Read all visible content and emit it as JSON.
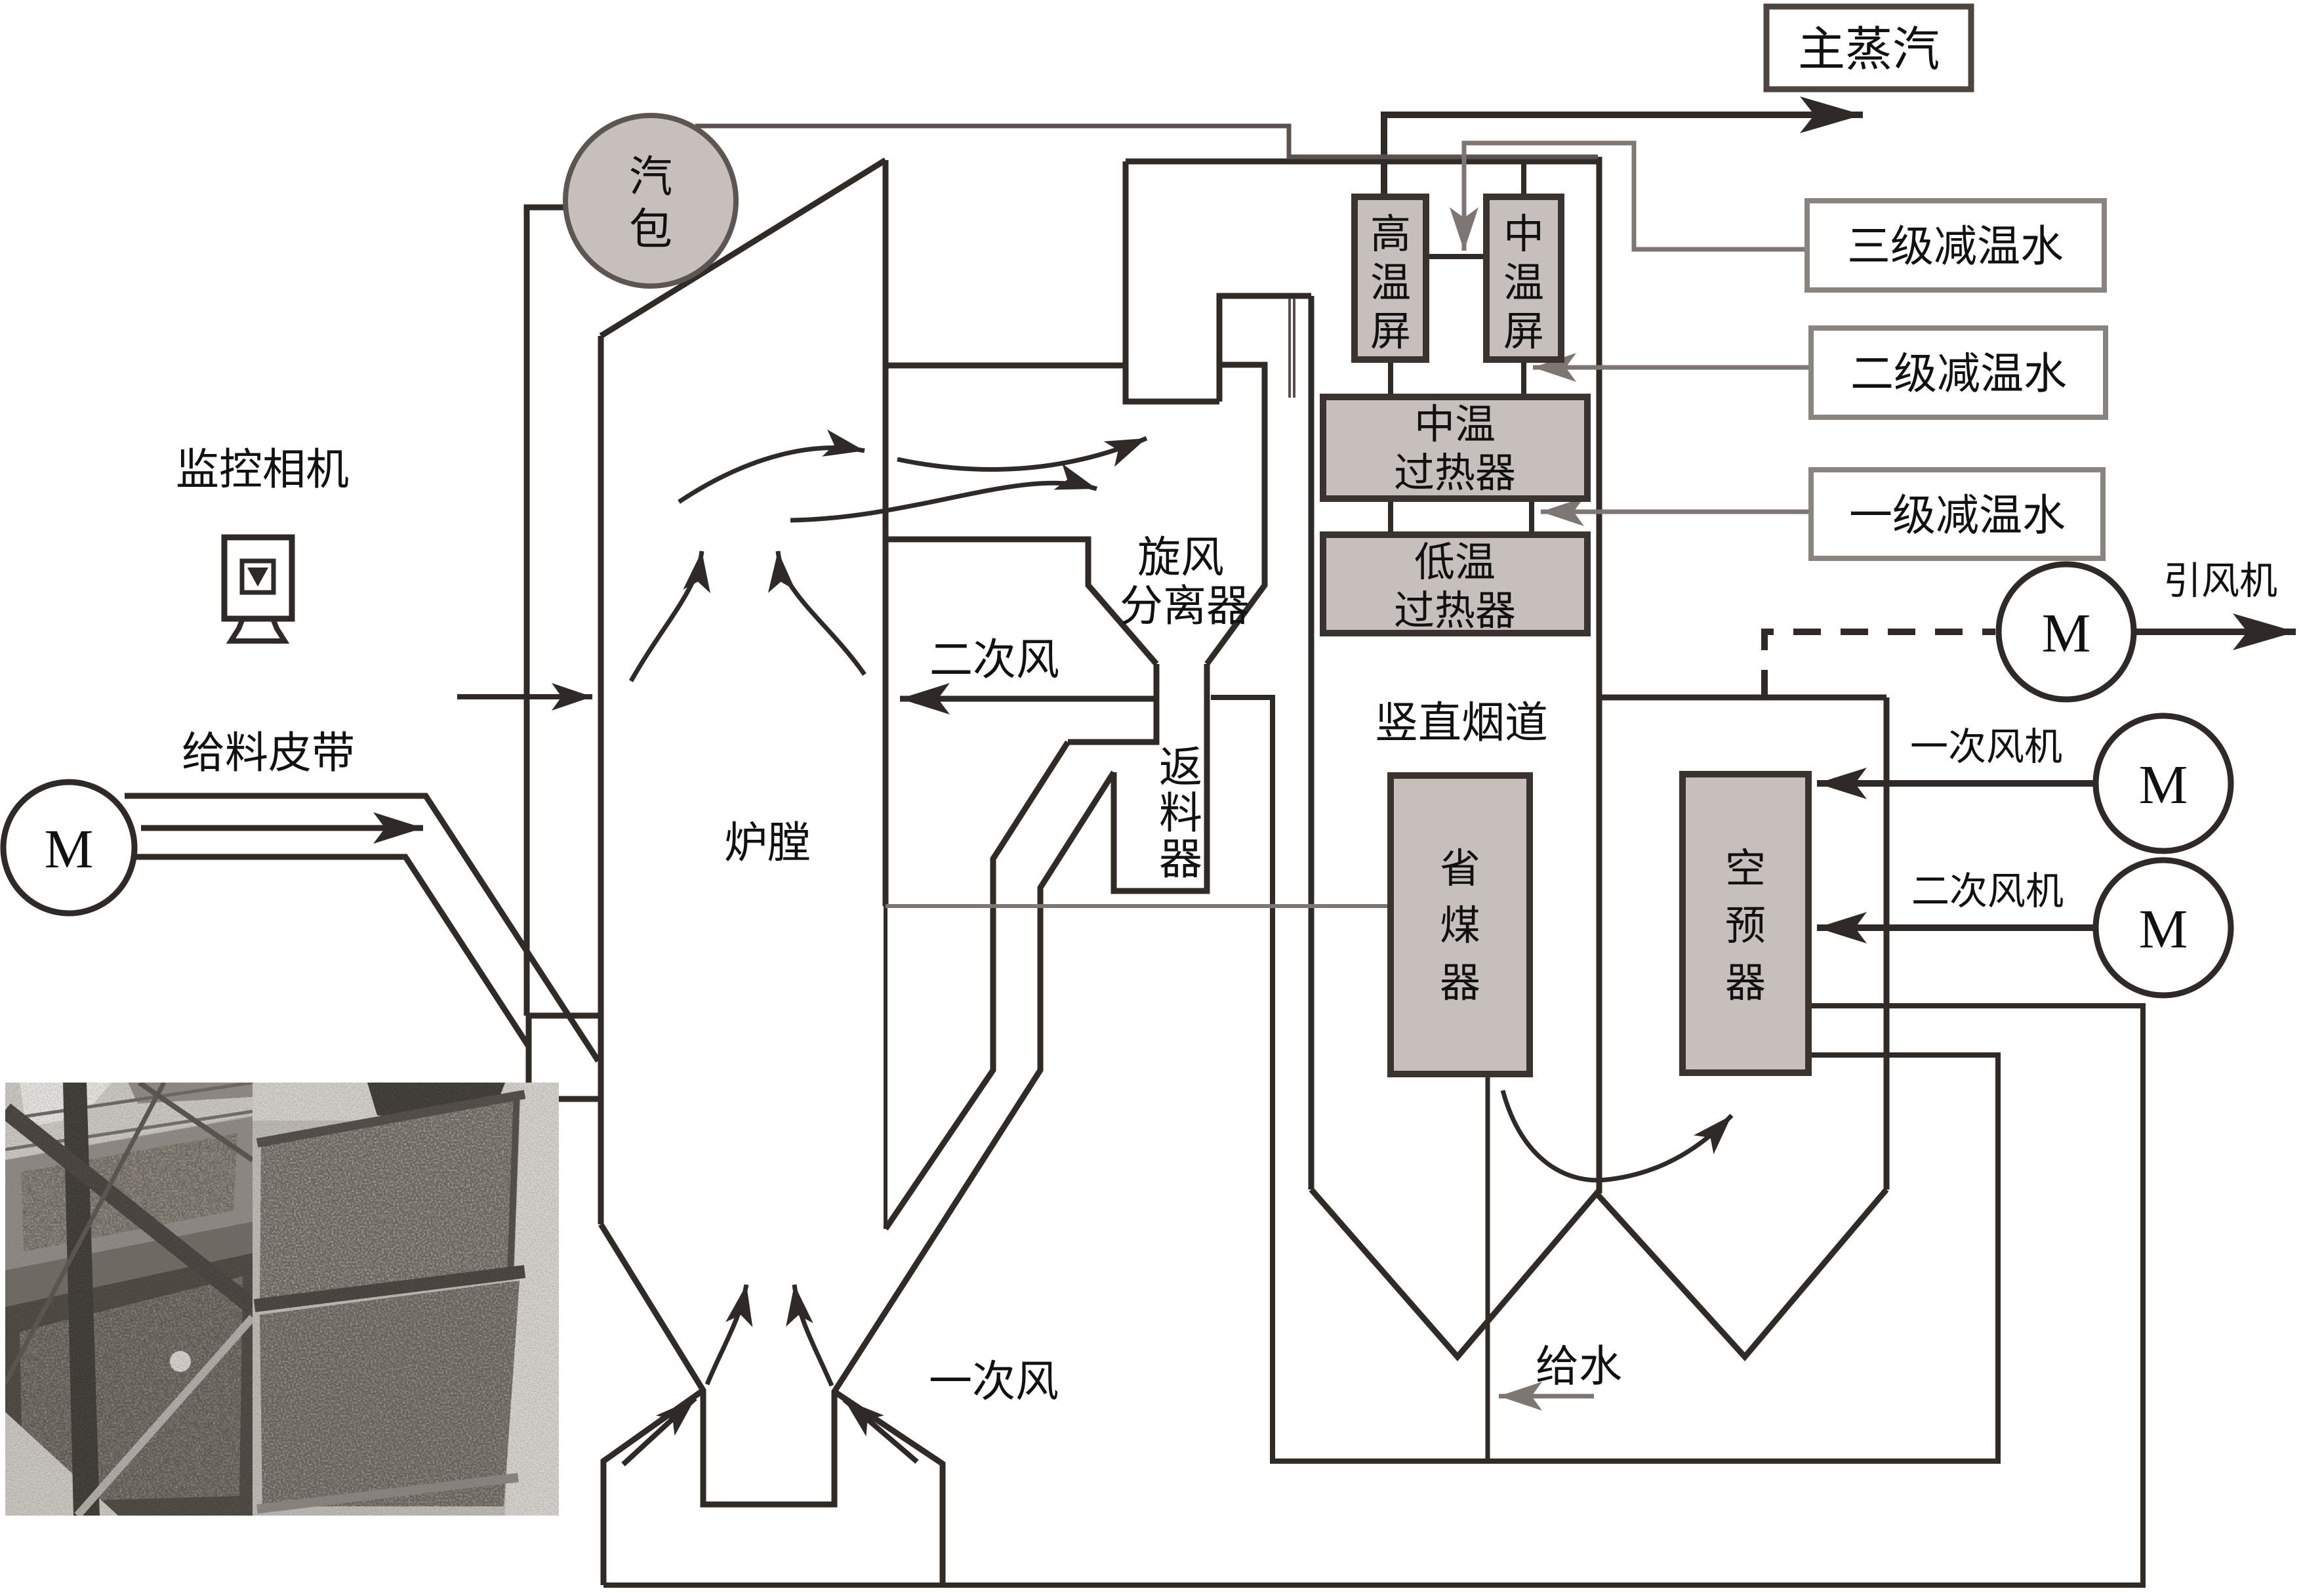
{
  "colors": {
    "background": "#ffffff",
    "line_dark": "#312b27",
    "line_gray": "#7d7672",
    "equipment_fill": "#c6bfbc",
    "equipment_border": "#3a332f",
    "water_box_border": "#8a8480",
    "steam_box_border": "#4c4541",
    "text": "#111111"
  },
  "equipment": {
    "steam_drum": {
      "label": "汽包",
      "lines": [
        "汽",
        "包"
      ]
    },
    "furnace": {
      "label": "炉膛"
    },
    "cyclone": {
      "label": "旋风分离器",
      "lines": [
        "旋风",
        "分离器"
      ]
    },
    "loop_seal": {
      "label": "返料器",
      "chars": [
        "返",
        "料",
        "器"
      ]
    },
    "high_temp_screen": {
      "label": "高温屏",
      "chars": [
        "高",
        "温",
        "屏"
      ]
    },
    "mid_temp_screen": {
      "label": "中温屏",
      "chars": [
        "中",
        "温",
        "屏"
      ]
    },
    "mid_temp_superheater": {
      "label": "中温过热器",
      "lines": [
        "中温",
        "过热器"
      ]
    },
    "low_temp_superheater": {
      "label": "低温过热器",
      "lines": [
        "低温",
        "过热器"
      ]
    },
    "economizer": {
      "label": "省煤器",
      "chars": [
        "省",
        "煤",
        "器"
      ]
    },
    "air_preheater": {
      "label": "空预器",
      "chars": [
        "空",
        "预",
        "器"
      ]
    },
    "vertical_flue": {
      "label": "竖直烟道"
    }
  },
  "io_boxes": {
    "main_steam": {
      "label": "主蒸汽"
    },
    "spray_water_3": {
      "label": "三级减温水"
    },
    "spray_water_2": {
      "label": "二级减温水"
    },
    "spray_water_1": {
      "label": "一级减温水"
    }
  },
  "fans": {
    "motor_letter": "M",
    "induced_draft_fan": {
      "label": "引风机"
    },
    "primary_air_fan": {
      "label": "一次风机"
    },
    "secondary_air_fan": {
      "label": "二次风机"
    }
  },
  "flows": {
    "secondary_air": {
      "label": "二次风"
    },
    "primary_air": {
      "label": "一次风"
    },
    "feed_water": {
      "label": "给水"
    },
    "feed_belt": {
      "label": "给料皮带"
    },
    "monitor_camera": {
      "label": "监控相机"
    }
  }
}
